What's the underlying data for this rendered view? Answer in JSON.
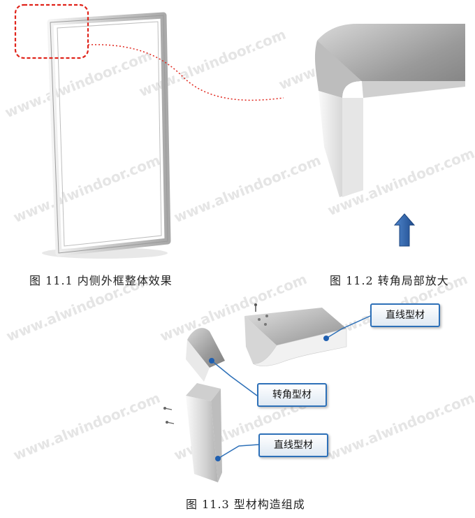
{
  "captions": {
    "fig1": "图 11.1 内侧外框整体效果",
    "fig2": "图 11.2 转角局部放大",
    "fig3": "图 11.3 型材构造组成"
  },
  "callouts": {
    "top_straight": "直线型材",
    "corner": "转角型材",
    "bottom_straight": "直线型材"
  },
  "watermark": "www.alwindoor.com",
  "colors": {
    "highlight": "#e0241b",
    "callout_border": "#2d70b8",
    "arrow": "#2b5ea8"
  }
}
